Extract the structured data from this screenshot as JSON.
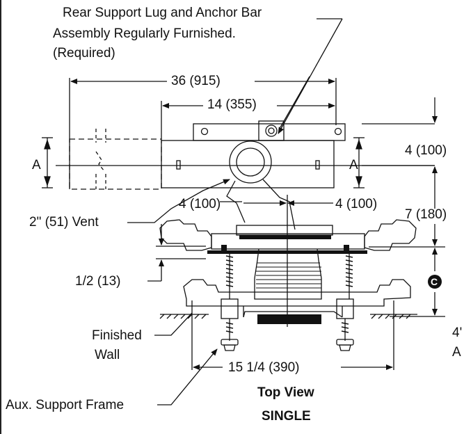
{
  "callouts": {
    "rear_support_line1": "Rear Support Lug and Anchor Bar",
    "rear_support_line2": "Assembly Regularly Furnished.",
    "rear_support_line3": "(Required)",
    "vent": "2\" (51) Vent",
    "finished_wall_line1": "Finished",
    "finished_wall_line2": "Wall",
    "aux_frame": "Aux. Support Frame",
    "section_letter": "A"
  },
  "dimensions": {
    "overall_width": "36 (915)",
    "inner_width": "14 (355)",
    "left_offset": "4 (100)",
    "right_offset": "4 (100)",
    "right_top": "4 (100)",
    "right_middle": "7 (180)",
    "half_inch": "1/2 (13)",
    "frame_width": "15 1/4 (390)",
    "circle_marker": "C",
    "cut_off_1": "4'",
    "cut_off_2": "A"
  },
  "captions": {
    "view": "Top View",
    "type": "SINGLE"
  },
  "colors": {
    "line": "#111111",
    "fill_dark": "#111111",
    "fill_mid": "#cfcfcf"
  }
}
